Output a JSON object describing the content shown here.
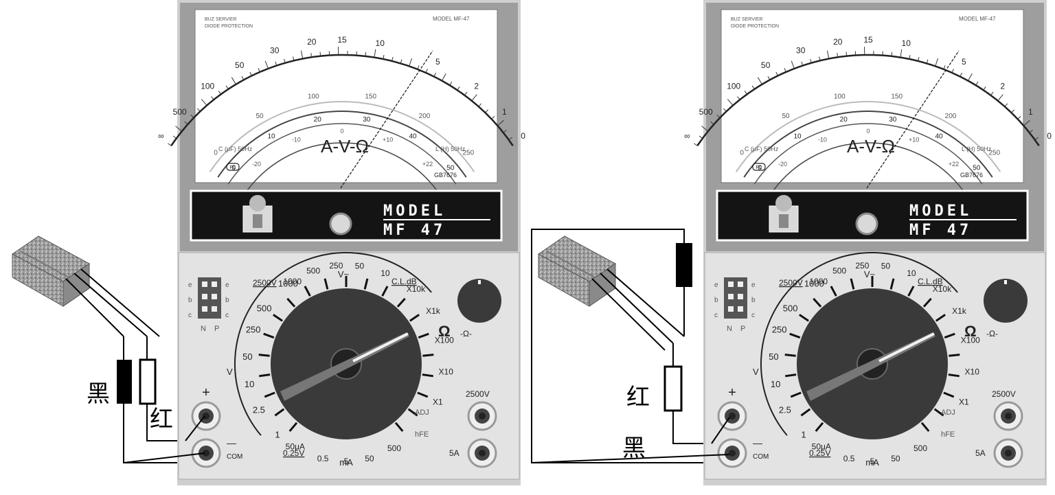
{
  "meters": [
    {
      "id": "left",
      "dial": {
        "top_left_lines": [
          "BUZ SERVIER",
          "DIODE PROTECTION"
        ],
        "model_top": "MODEL  MF-47",
        "center_mark": "A-V-Ω",
        "cap_label": "C (μF) 50Hz",
        "ind_label": "L (H) 50Hz",
        "std_code": "GB7676",
        "fc_mark": "FC",
        "ohm_scale": [
          "∞",
          "500",
          "100",
          "50",
          "30",
          "20",
          "15",
          "10",
          "5",
          "2",
          "1",
          "0"
        ],
        "dcv_scale": [
          "0",
          "50",
          "100",
          "150",
          "200",
          "250"
        ],
        "acv_scale": [
          "0",
          "10",
          "20",
          "30",
          "40",
          "50"
        ],
        "db_scale": [
          "-20",
          "-10",
          "0",
          "+10",
          "+22"
        ]
      },
      "brand": {
        "line1": "MODEL",
        "line2": "MF 47"
      },
      "panel": {
        "range_2500v": "2500V",
        "v_tilde_label": "V~",
        "cl_db_label": "C.L.dB",
        "dcv_ranges": [
          "1000",
          "500",
          "250",
          "50",
          "10",
          "2.5",
          "1"
        ],
        "acv_ranges": [
          "1000",
          "500",
          "250",
          "50",
          "10"
        ],
        "ohm_ranges": [
          "X10k",
          "X1k",
          "X100",
          "X10",
          "X1"
        ],
        "ohm_symbol": "Ω",
        "ohm_adj_symbol": "-Ω-",
        "ma_ranges": [
          "50μA",
          "0.25V",
          "0.5",
          "5",
          "50",
          "500"
        ],
        "ma_label": "mA",
        "v_dc_label": "V",
        "adj_label": "ADJ",
        "hfe_label": "hFE",
        "transistor_socket_letters": [
          "e",
          "b",
          "c",
          "N",
          "P"
        ],
        "jack_2500v": "2500V",
        "jack_5a": "5A",
        "plus_label": "+",
        "minus_label": "—",
        "com_label": "COM"
      },
      "probe_labels": {
        "black": "黑",
        "red": "红"
      }
    },
    {
      "id": "right",
      "dial": {
        "top_left_lines": [
          "BUZ SERVIER",
          "DIODE PROTECTION"
        ],
        "model_top": "MODEL  MF-47",
        "center_mark": "A-V-Ω",
        "cap_label": "C (μF) 50Hz",
        "ind_label": "L (H) 50Hz",
        "std_code": "GB7676",
        "fc_mark": "FC",
        "ohm_scale": [
          "∞",
          "500",
          "100",
          "50",
          "30",
          "20",
          "15",
          "10",
          "5",
          "2",
          "1",
          "0"
        ],
        "dcv_scale": [
          "0",
          "50",
          "100",
          "150",
          "200",
          "250"
        ],
        "acv_scale": [
          "0",
          "10",
          "20",
          "30",
          "40",
          "50"
        ],
        "db_scale": [
          "-20",
          "-10",
          "0",
          "+10",
          "+22"
        ]
      },
      "brand": {
        "line1": "MODEL",
        "line2": "MF 47"
      },
      "panel": {
        "range_2500v": "2500V",
        "v_tilde_label": "V~",
        "cl_db_label": "C.L.dB",
        "dcv_ranges": [
          "1000",
          "500",
          "250",
          "50",
          "10",
          "2.5",
          "1"
        ],
        "acv_ranges": [
          "1000",
          "500",
          "250",
          "50",
          "10"
        ],
        "ohm_ranges": [
          "X10k",
          "X1k",
          "X100",
          "X10",
          "X1"
        ],
        "ohm_symbol": "Ω",
        "ohm_adj_symbol": "-Ω-",
        "ma_ranges": [
          "50μA",
          "0.25V",
          "0.5",
          "5",
          "50",
          "500"
        ],
        "ma_label": "mA",
        "v_dc_label": "V",
        "adj_label": "ADJ",
        "hfe_label": "hFE",
        "transistor_socket_letters": [
          "e",
          "b",
          "c",
          "N",
          "P"
        ],
        "jack_2500v": "2500V",
        "jack_5a": "5A",
        "plus_label": "+",
        "minus_label": "—",
        "com_label": "COM"
      },
      "probe_labels": {
        "red": "红",
        "black": "黑"
      }
    }
  ],
  "colors": {
    "meter_body": "#cfcfcf",
    "panel": "#e3e3e3",
    "knob": "#3a3a3a",
    "brand_strip": "#141414"
  }
}
